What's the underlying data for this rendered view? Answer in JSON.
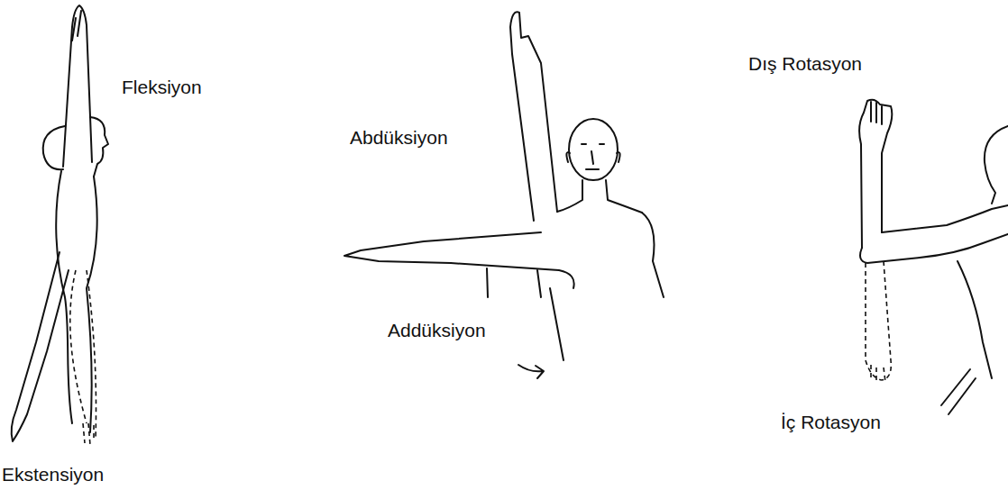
{
  "diagram": {
    "labels": [
      "Fleksiyon",
      "Ekstensiyon",
      "Abdüksiyon",
      "Addüksiyon",
      "Dış Rotasyon",
      "İç Rotasyon"
    ]
  }
}
